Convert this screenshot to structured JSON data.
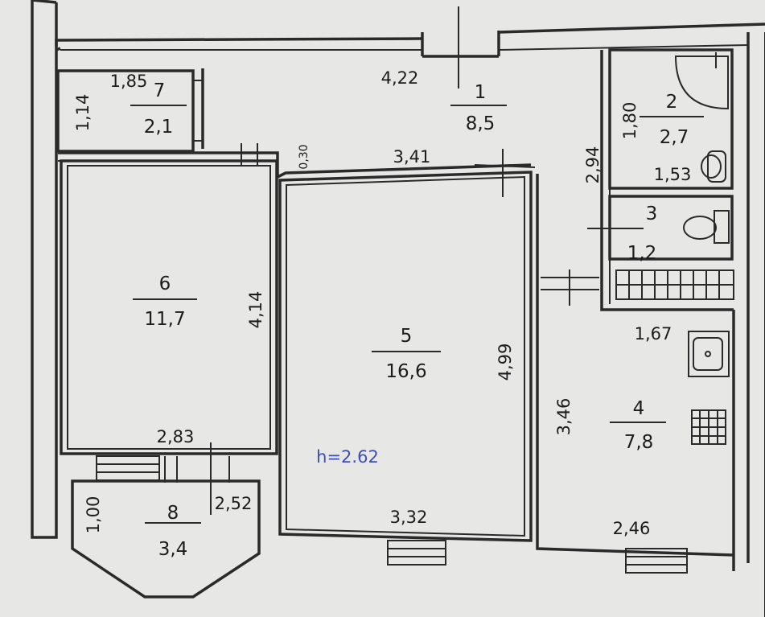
{
  "rooms": {
    "r1": {
      "number": "1",
      "area": "8,5"
    },
    "r2": {
      "number": "2",
      "area": "2,7"
    },
    "r3": {
      "number": "3",
      "area": "1,2"
    },
    "r4": {
      "number": "4",
      "area": "7,8"
    },
    "r5": {
      "number": "5",
      "area": "16,6"
    },
    "r6": {
      "number": "6",
      "area": "11,7"
    },
    "r7": {
      "number": "7",
      "area": "2,1"
    },
    "r8": {
      "number": "8",
      "area": "3,4"
    }
  },
  "dimensions": {
    "d_422": "4,22",
    "d_185": "1,85",
    "d_114": "1,14",
    "d_030": "0,30",
    "d_341": "3,41",
    "d_180": "1,80",
    "d_294": "2,94",
    "d_153": "1,53",
    "d_414": "4,14",
    "d_499": "4,99",
    "d_346": "3,46",
    "d_167": "1,67",
    "d_283": "2,83",
    "d_252": "2,52",
    "d_100": "1,00",
    "d_332": "3,32",
    "d_246": "2,46"
  },
  "ceiling_height": "h=2.62",
  "colors": {
    "walls": "#2a2a2a",
    "ceiling_label": "#3d4fb5",
    "paper": "#e7e8e5"
  }
}
